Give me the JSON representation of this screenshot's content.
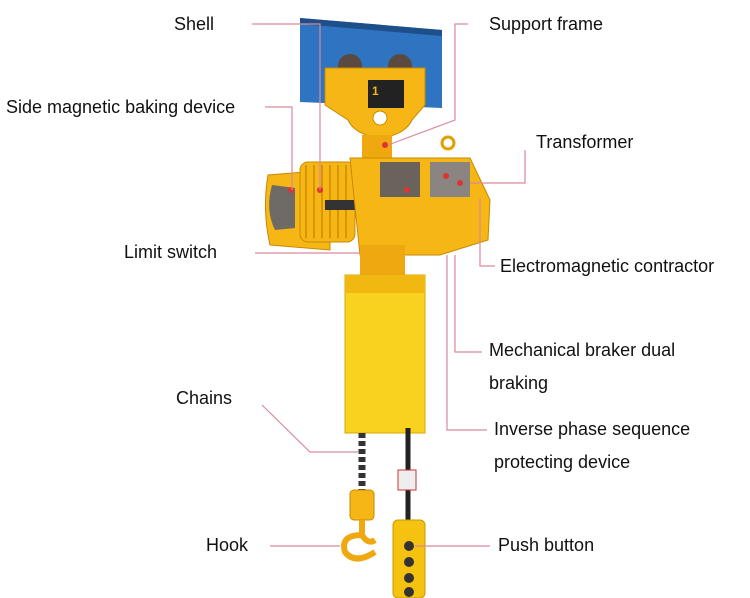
{
  "labels": {
    "shell": "Shell",
    "support_frame": "Support frame",
    "side_magnetic": "Side magnetic baking device",
    "transformer": "Transformer",
    "limit_switch": "Limit switch",
    "contractor": "Electromagnetic contractor",
    "mech_braker_1": "Mechanical braker dual",
    "mech_braker_2": "braking",
    "chains": "Chains",
    "inverse_1": "Inverse phase sequence",
    "inverse_2": "protecting device",
    "hook": "Hook",
    "push_button": "Push button"
  },
  "colors": {
    "leader": "#d98a9a",
    "body": "#f5b616",
    "beam": "#2f74c0"
  }
}
